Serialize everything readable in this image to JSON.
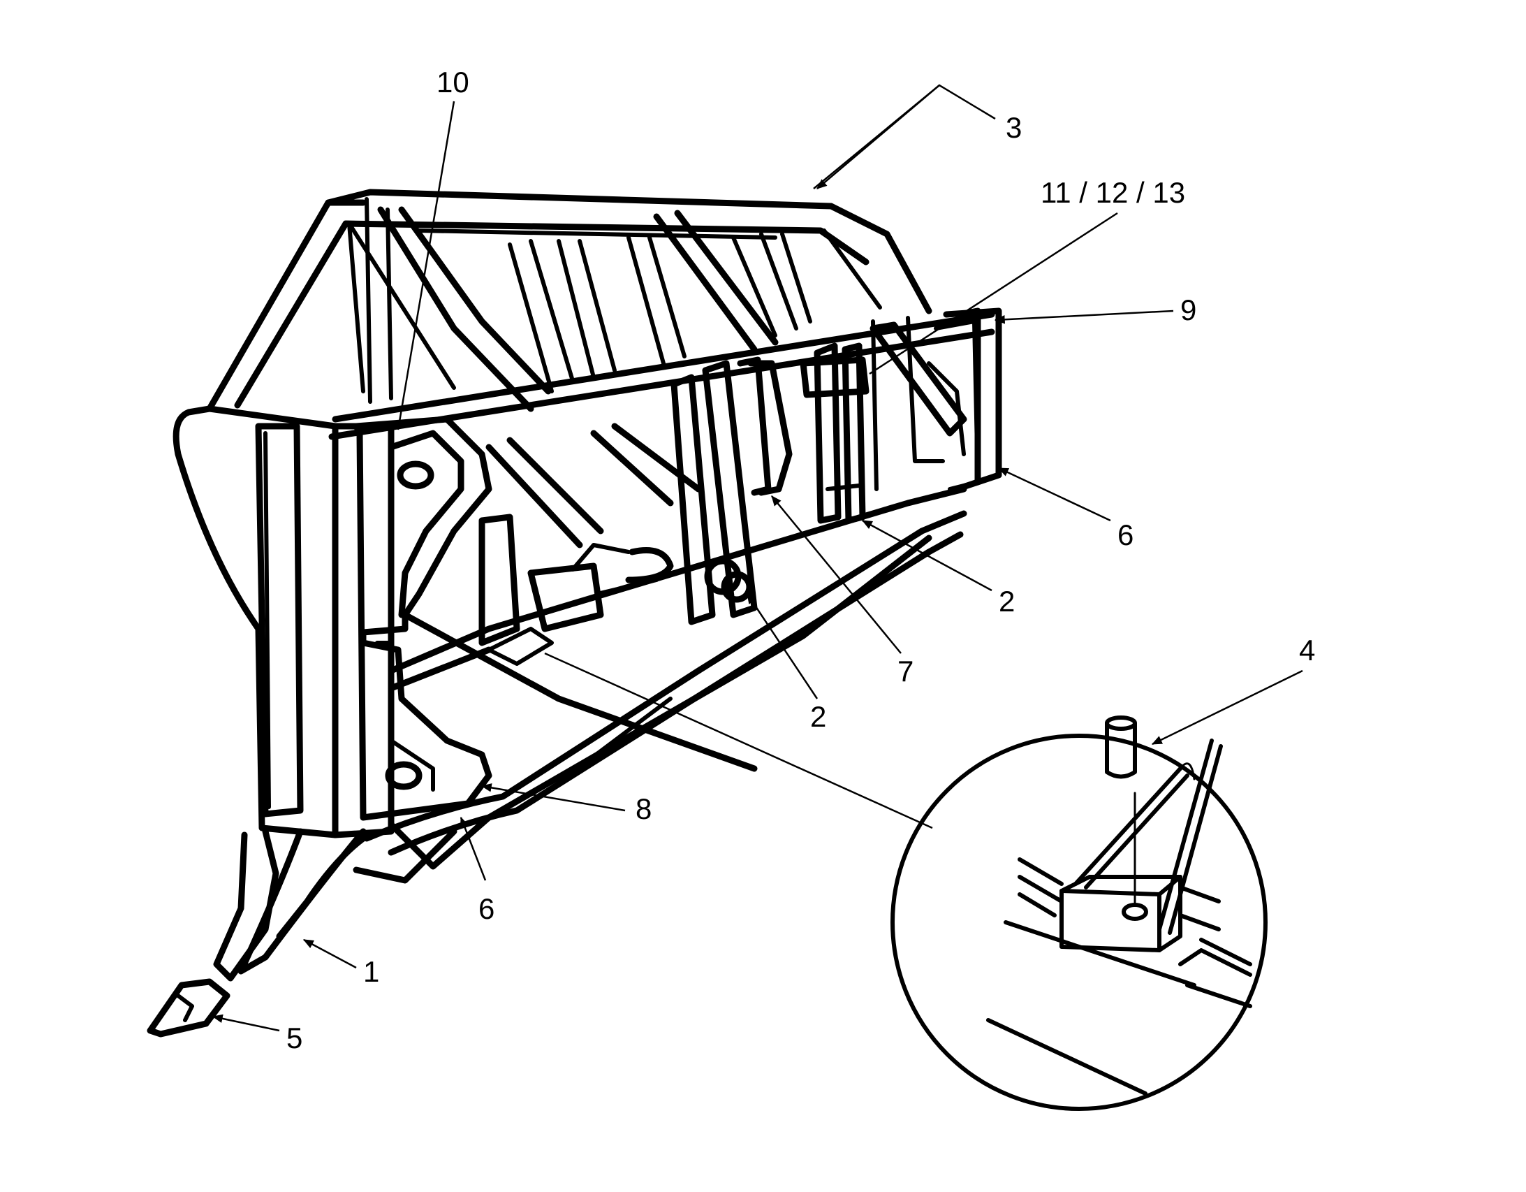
{
  "callouts": [
    {
      "id": "c10",
      "text": "10"
    },
    {
      "id": "c3",
      "text": "3"
    },
    {
      "id": "c111213",
      "text": "11 / 12 / 13"
    },
    {
      "id": "c9",
      "text": "9"
    },
    {
      "id": "c6a",
      "text": "6"
    },
    {
      "id": "c2a",
      "text": "2"
    },
    {
      "id": "c7",
      "text": "7"
    },
    {
      "id": "c2b",
      "text": "2"
    },
    {
      "id": "c4",
      "text": "4"
    },
    {
      "id": "c8",
      "text": "8"
    },
    {
      "id": "c6b",
      "text": "6"
    },
    {
      "id": "c1",
      "text": "1"
    },
    {
      "id": "c5",
      "text": "5"
    }
  ]
}
